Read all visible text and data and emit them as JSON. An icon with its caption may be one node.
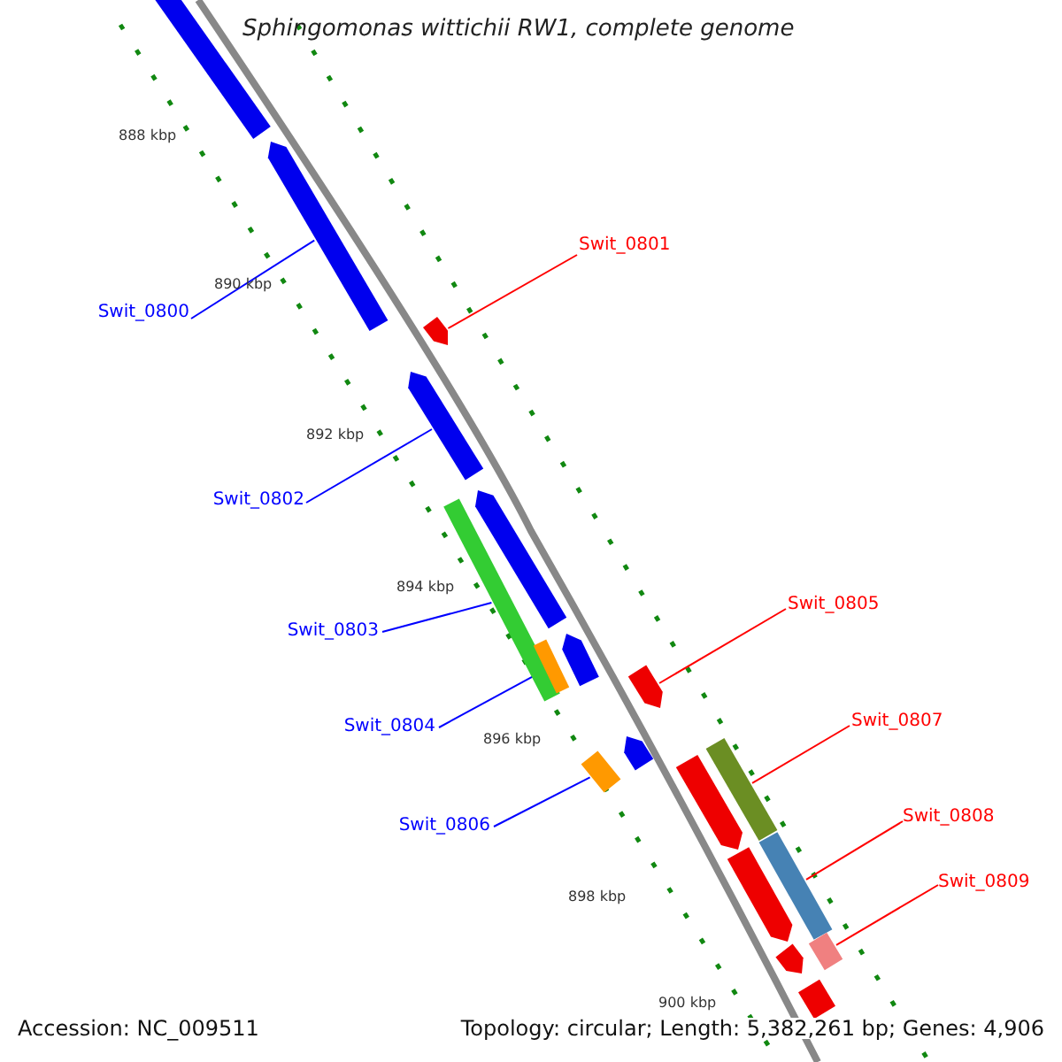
{
  "diagram": {
    "title": "Sphingomonas wittichii RW1, complete genome",
    "nodes": [
      {
        "text": [
          "Swit_0800"
        ]
      },
      {
        "text": [
          "Swit_0801"
        ]
      },
      {
        "text": [
          "Swit_0802"
        ]
      },
      {
        "text": [
          "Swit_0803"
        ]
      },
      {
        "text": [
          "Swit_0804"
        ]
      },
      {
        "text": [
          "Swit_0805"
        ]
      },
      {
        "text": [
          "Swit_0806"
        ]
      },
      {
        "text": [
          "Swit_0807"
        ]
      },
      {
        "text": [
          "Swit_0808"
        ]
      },
      {
        "text": [
          "Swit_0809"
        ]
      },
      {
        "text": [],
        "shape": "arrow"
      },
      {
        "text": [],
        "shape": "arrow"
      },
      {
        "text": [],
        "shape": "arrow"
      },
      {
        "text": [],
        "shape": "arrow"
      },
      {
        "text": [],
        "shape": "arrow"
      },
      {
        "text": [],
        "shape": "arrow"
      },
      {
        "text": [],
        "shape": "arrow"
      },
      {
        "text": [],
        "shape": "arrow"
      },
      {
        "text": [],
        "shape": "arrow"
      },
      {
        "text": [],
        "shape": "arrow"
      },
      {
        "text": [],
        "shape": "arrow"
      },
      {
        "text": [],
        "shape": "arrow"
      },
      {
        "text": [],
        "shape": "arrow"
      },
      {
        "text": [],
        "shape": "arrow"
      },
      {
        "text": [],
        "shape": "arrow"
      },
      {
        "text": [],
        "shape": "arrow"
      },
      {
        "text": [],
        "shape": "arrow"
      },
      {
        "text": [],
        "shape": "arrow"
      }
    ],
    "edges": [
      {
        "from": 0,
        "to": 10,
        "arrow": "none",
        "color": "#0000ff"
      },
      {
        "from": 1,
        "to": 11,
        "arrow": "none",
        "color": "#ff0000"
      },
      {
        "from": 2,
        "to": 12,
        "arrow": "none",
        "color": "#0000ff"
      },
      {
        "from": 3,
        "to": 13,
        "arrow": "none",
        "color": "#0000ff"
      },
      {
        "from": 4,
        "to": 14,
        "arrow": "none",
        "color": "#0000ff"
      },
      {
        "from": 5,
        "to": 15,
        "arrow": "none",
        "color": "#ff0000"
      },
      {
        "from": 6,
        "to": 16,
        "arrow": "none",
        "color": "#0000ff"
      },
      {
        "from": 7,
        "to": 17,
        "arrow": "none",
        "color": "#ff0000"
      },
      {
        "from": 8,
        "to": 18,
        "arrow": "none",
        "color": "#ff0000"
      },
      {
        "from": 9,
        "to": 19,
        "arrow": "none",
        "color": "#ff0000"
      }
    ],
    "labels": [
      "888 kbp",
      "890 kbp",
      "892 kbp",
      "894 kbp",
      "896 kbp",
      "898 kbp",
      "900 kbp",
      "Accession: NC_009511",
      "Topology: circular; Length: 5,382,261 bp; Genes: 4,906"
    ]
  }
}
